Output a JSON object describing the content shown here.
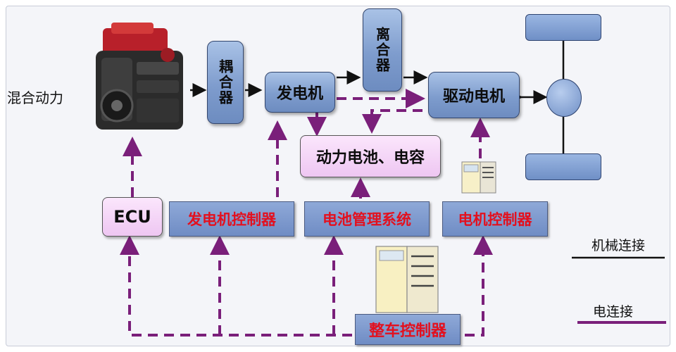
{
  "title": "混合动力",
  "components": {
    "coupler": "耦合器",
    "generator": "发电机",
    "clutch": "离合器",
    "drive_motor": "驱动电机",
    "battery": "动力电池、电容"
  },
  "controllers": {
    "ecu": "ECU",
    "generator_controller": "发电机控制器",
    "bms": "电池管理系统",
    "motor_controller": "电机控制器",
    "vehicle_controller": "整车控制器"
  },
  "legend": {
    "mechanical": "机械连接",
    "electrical": "电连接"
  },
  "colors": {
    "mechanical_line": "#111111",
    "electrical_line": "#7a1f7a",
    "controller_text": "#e3101e"
  },
  "icons": [
    "engine-image",
    "controller-cabinet-image",
    "vehicle-controller-cabinet-image"
  ]
}
